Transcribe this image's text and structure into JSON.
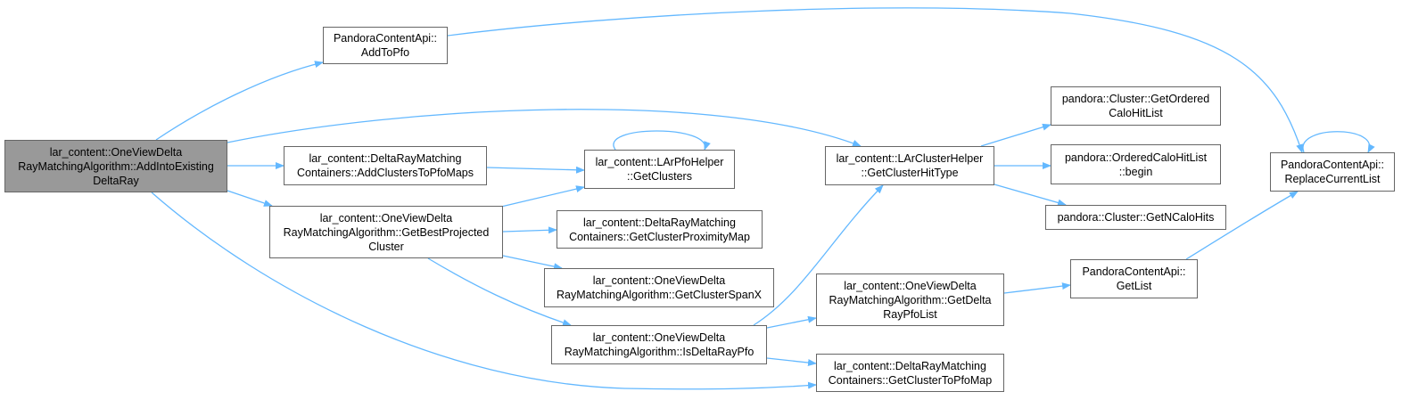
{
  "colors": {
    "edge": "#63b8ff",
    "node_border": "#666666",
    "node_fill": "#ffffff",
    "root_fill": "#999999"
  },
  "nodes": {
    "add_into_existing": "lar_content::OneViewDelta\nRayMatchingAlgorithm::AddIntoExisting\nDeltaRay",
    "add_to_pfo": "PandoraContentApi::\nAddToPfo",
    "add_clusters_to_pfo_maps": "lar_content::DeltaRayMatching\nContainers::AddClustersToPfoMaps",
    "get_best_projected_cluster": "lar_content::OneViewDelta\nRayMatchingAlgorithm::GetBestProjected\nCluster",
    "get_clusters": "lar_content::LArPfoHelper\n::GetClusters",
    "get_cluster_proximity_map": "lar_content::DeltaRayMatching\nContainers::GetClusterProximityMap",
    "get_cluster_span_x": "lar_content::OneViewDelta\nRayMatchingAlgorithm::GetClusterSpanX",
    "is_delta_ray_pfo": "lar_content::OneViewDelta\nRayMatchingAlgorithm::IsDeltaRayPfo",
    "get_cluster_hit_type": "lar_content::LArClusterHelper\n::GetClusterHitType",
    "get_delta_ray_pfo_list": "lar_content::OneViewDelta\nRayMatchingAlgorithm::GetDelta\nRayPfoList",
    "get_cluster_to_pfo_map": "lar_content::DeltaRayMatching\nContainers::GetClusterToPfoMap",
    "get_ordered_calo_hit_list": "pandora::Cluster::GetOrdered\nCaloHitList",
    "ordered_calo_hit_list_begin": "pandora::OrderedCaloHitList\n::begin",
    "get_n_calo_hits": "pandora::Cluster::GetNCaloHits",
    "get_list": "PandoraContentApi::\nGetList",
    "replace_current_list": "PandoraContentApi::\nReplaceCurrentList"
  },
  "edges": [
    {
      "from": "add_into_existing",
      "to": "add_to_pfo"
    },
    {
      "from": "add_into_existing",
      "to": "get_cluster_hit_type"
    },
    {
      "from": "add_into_existing",
      "to": "add_clusters_to_pfo_maps"
    },
    {
      "from": "add_into_existing",
      "to": "get_best_projected_cluster"
    },
    {
      "from": "add_into_existing",
      "to": "get_cluster_to_pfo_map"
    },
    {
      "from": "add_to_pfo",
      "to": "replace_current_list"
    },
    {
      "from": "add_clusters_to_pfo_maps",
      "to": "get_clusters"
    },
    {
      "from": "get_best_projected_cluster",
      "to": "get_clusters"
    },
    {
      "from": "get_best_projected_cluster",
      "to": "get_cluster_proximity_map"
    },
    {
      "from": "get_best_projected_cluster",
      "to": "get_cluster_span_x"
    },
    {
      "from": "get_best_projected_cluster",
      "to": "is_delta_ray_pfo"
    },
    {
      "from": "get_clusters",
      "to": "get_clusters"
    },
    {
      "from": "is_delta_ray_pfo",
      "to": "get_cluster_hit_type"
    },
    {
      "from": "is_delta_ray_pfo",
      "to": "get_delta_ray_pfo_list"
    },
    {
      "from": "is_delta_ray_pfo",
      "to": "get_cluster_to_pfo_map"
    },
    {
      "from": "get_cluster_hit_type",
      "to": "get_ordered_calo_hit_list"
    },
    {
      "from": "get_cluster_hit_type",
      "to": "ordered_calo_hit_list_begin"
    },
    {
      "from": "get_cluster_hit_type",
      "to": "get_n_calo_hits"
    },
    {
      "from": "get_delta_ray_pfo_list",
      "to": "get_list"
    },
    {
      "from": "get_list",
      "to": "replace_current_list"
    },
    {
      "from": "replace_current_list",
      "to": "replace_current_list"
    }
  ]
}
